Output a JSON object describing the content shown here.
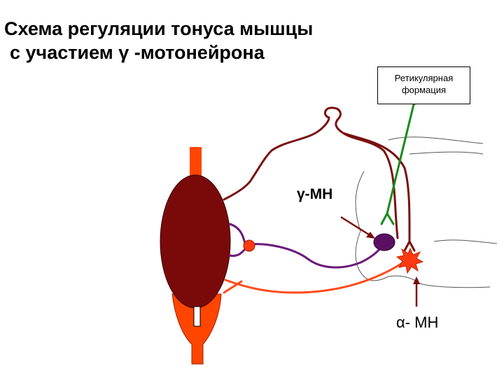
{
  "title": {
    "line1": "Схема регуляции тонуса мышцы",
    "line2": "с участием γ -мотонейрона"
  },
  "reticular_formation": {
    "line1": "Ретикулярная",
    "line2": "формация"
  },
  "labels": {
    "gamma_mn": "γ-МН",
    "alpha_mn": "α- МН"
  },
  "colors": {
    "muscle": "#7a0a0a",
    "tendon": "#ff4500",
    "afferent_fiber": "#7a1010",
    "gamma_fiber": "#6a1a7a",
    "alpha_fiber": "#ff4a1a",
    "reticulospinal_fiber": "#1a8a1a",
    "gamma_neuron": "#5a1060",
    "alpha_neuron": "#ff3a10"
  }
}
